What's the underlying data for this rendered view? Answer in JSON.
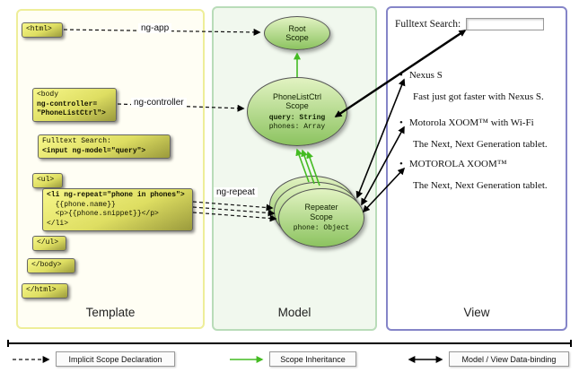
{
  "columns": {
    "template_label": "Template",
    "model_label": "Model",
    "view_label": "View"
  },
  "template": {
    "html_open": "<html>",
    "body_l1": "<body",
    "body_l2": "ng-controller=",
    "body_l3": "\"PhoneListCtrl\">",
    "fulltext_l1": "Fulltext Search:",
    "fulltext_l2": "<input ng-model=\"query\">",
    "ul_open": "<ul>",
    "li_l1": "<li ng-repeat=\"phone in phones\">",
    "li_l2": "  {{phone.name}}",
    "li_l3": "  <p>{{phone.snippet}}</p>",
    "li_l4": "</li>",
    "ul_close": "</ul>",
    "body_close": "</body>",
    "html_close": "</html>"
  },
  "arrow_labels": {
    "ng_app": "ng-app",
    "ng_controller": "ng-controller",
    "ng_repeat": "ng-repeat"
  },
  "model": {
    "root_l1": "Root",
    "root_l2": "Scope",
    "plc_l1": "PhoneListCtrl",
    "plc_l2": "Scope",
    "plc_query": "query: String",
    "plc_phones": "phones: Array",
    "rep_l1": "Repeater",
    "rep_l2": "Scope",
    "rep_phone": "phone: Object"
  },
  "view": {
    "search_label": "Fulltext Search:",
    "items": [
      {
        "title": "Nexus S",
        "desc": "Fast just got faster with Nexus S."
      },
      {
        "title": "Motorola XOOM™ with Wi-Fi",
        "desc": "The Next, Next Generation tablet."
      },
      {
        "title": "MOTOROLA XOOM™",
        "desc": "The Next, Next Generation tablet."
      }
    ]
  },
  "legend": [
    {
      "label": "Implicit Scope Declaration"
    },
    {
      "label": "Scope Inheritance"
    },
    {
      "label": "Model / View Data-binding"
    }
  ],
  "colors": {
    "code-box-top": "#f7f78a",
    "code-box-bottom": "#9a9a3c",
    "scope-top": "#e2f3c2",
    "scope-bottom": "#8cc360",
    "inheritance-green": "#44bb22",
    "template-border": "#eeee99",
    "model-border": "#b9dcb9",
    "view-border": "#8585c8"
  }
}
